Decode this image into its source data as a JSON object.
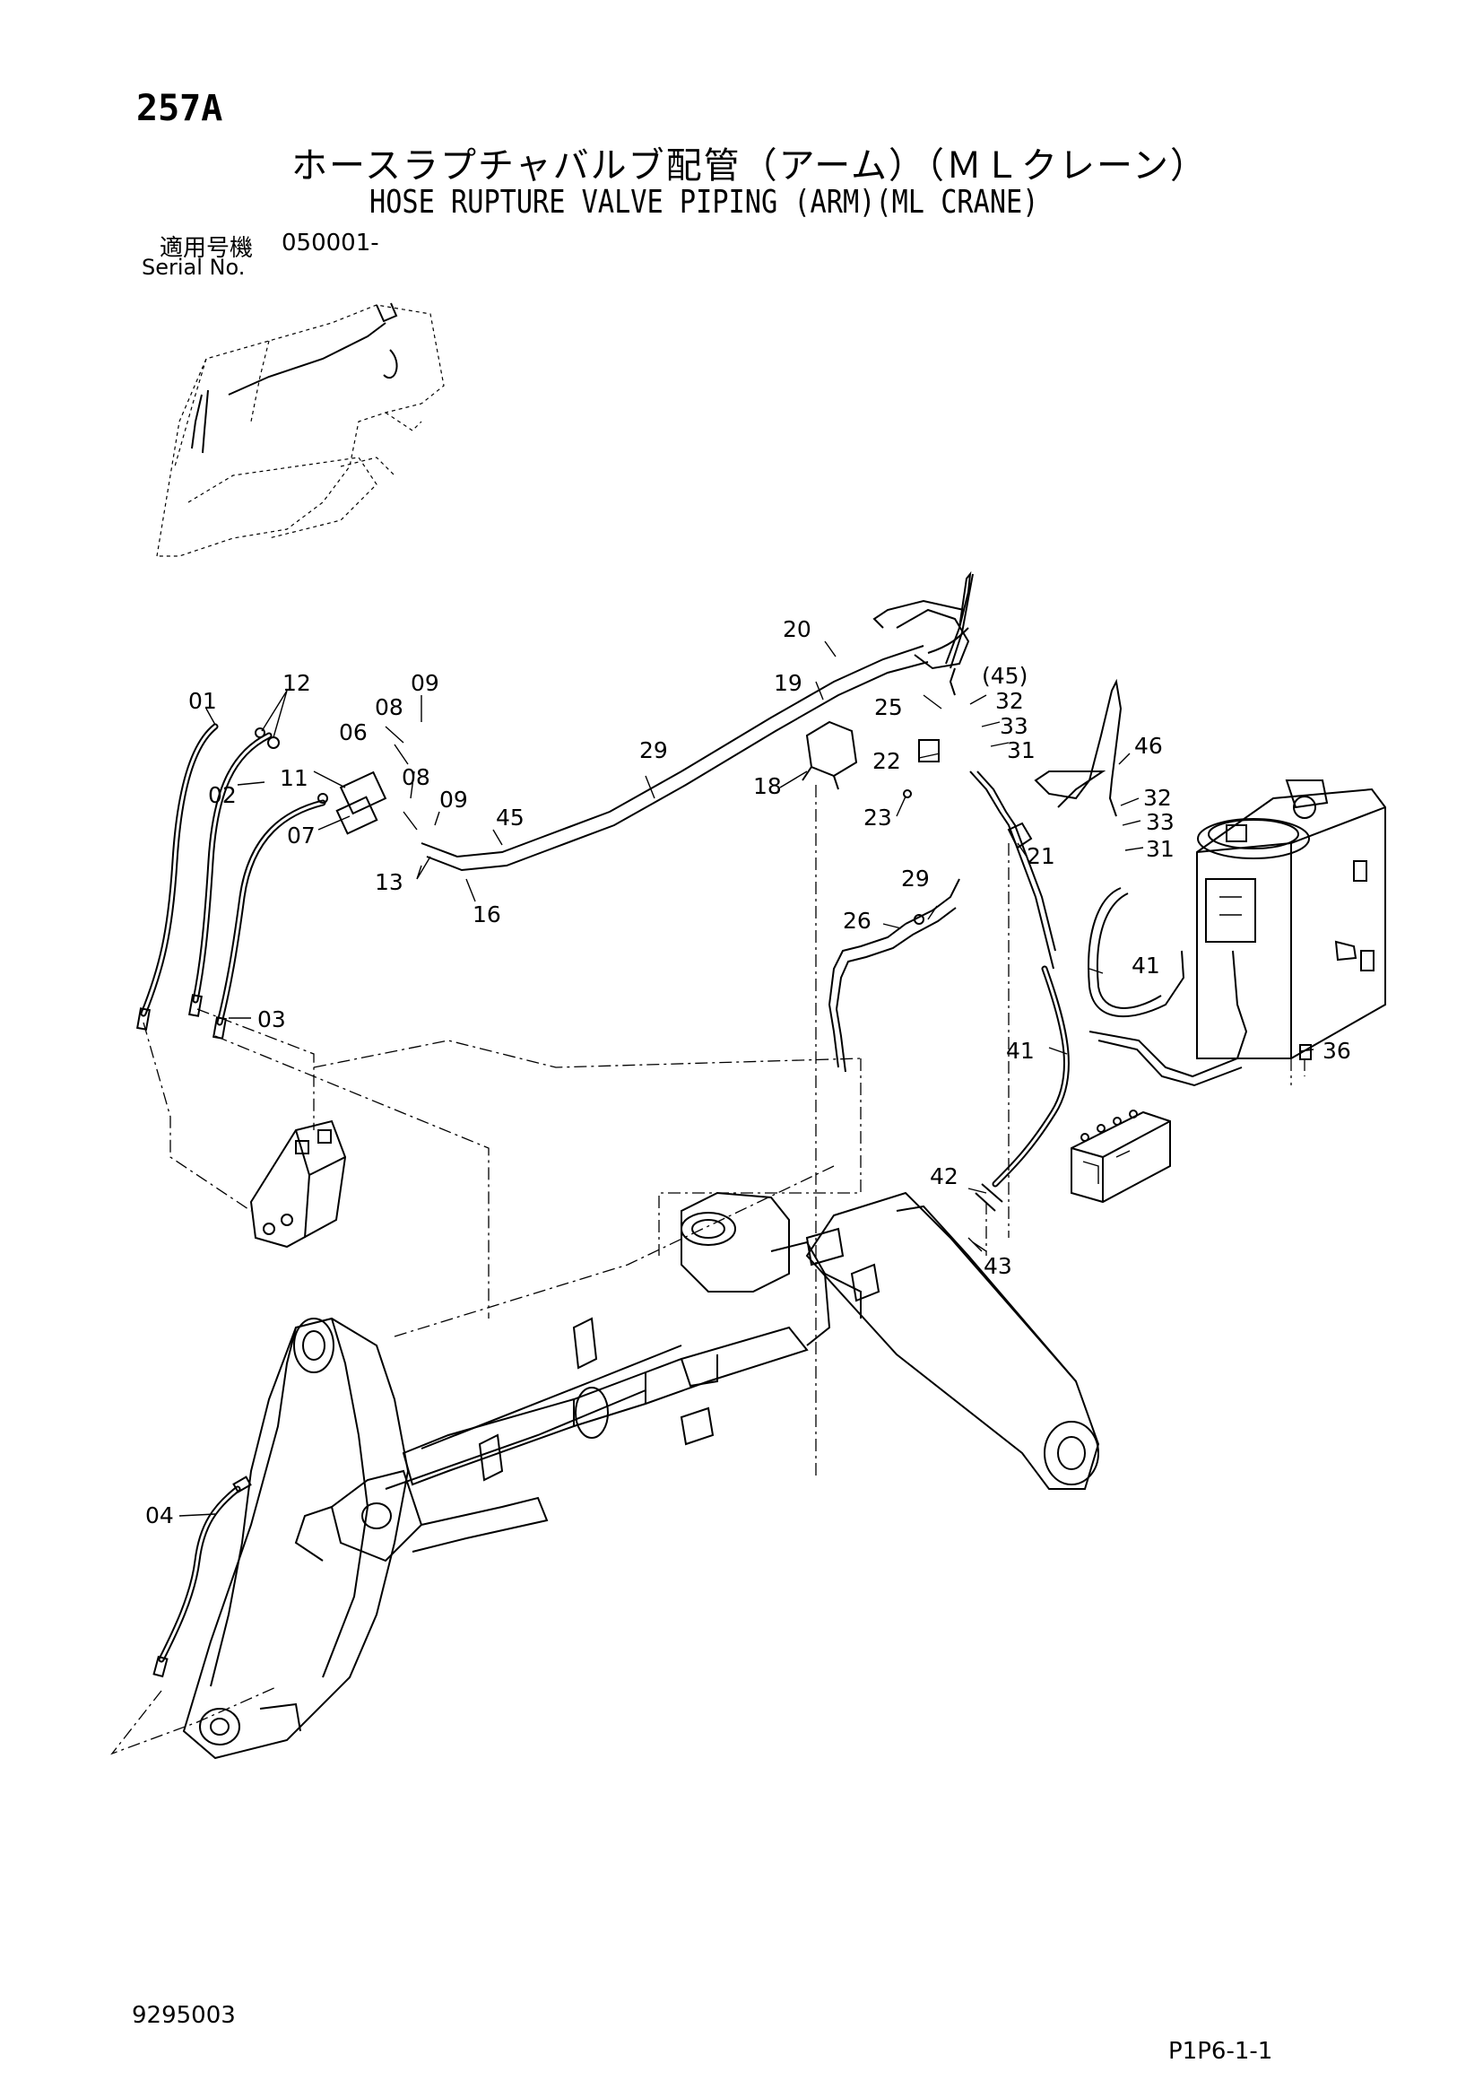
{
  "header": {
    "page_number": "257A",
    "title_jp": "ホースラプチャバルブ配管（アーム）（ＭＬクレーン）",
    "title_en": "HOSE RUPTURE VALVE PIPING (ARM)(ML CRANE)",
    "serial_label_jp": "適用号機",
    "serial_range": "050001-",
    "serial_label_en": "Serial No."
  },
  "footer": {
    "drawing_number": "9295003",
    "page_code": "P1P6-1-1"
  },
  "callouts": {
    "c01": "01",
    "c02": "02",
    "c03": "03",
    "c04": "04",
    "c06": "06",
    "c07": "07",
    "c08a": "08",
    "c08b": "08",
    "c09a": "09",
    "c09b": "09",
    "c11": "11",
    "c12": "12",
    "c13": "13",
    "c16": "16",
    "c18": "18",
    "c19": "19",
    "c20": "20",
    "c21": "21",
    "c22": "22",
    "c23": "23",
    "c25": "25",
    "c26": "26",
    "c29a": "29",
    "c29b": "29",
    "c31a": "31",
    "c31b": "31",
    "c32a": "32",
    "c32b": "32",
    "c33a": "33",
    "c33b": "33",
    "c36": "36",
    "c41a": "41",
    "c41b": "41",
    "c42": "42",
    "c43": "43",
    "c45": "45",
    "c45p": "(45)",
    "c46": "46"
  }
}
